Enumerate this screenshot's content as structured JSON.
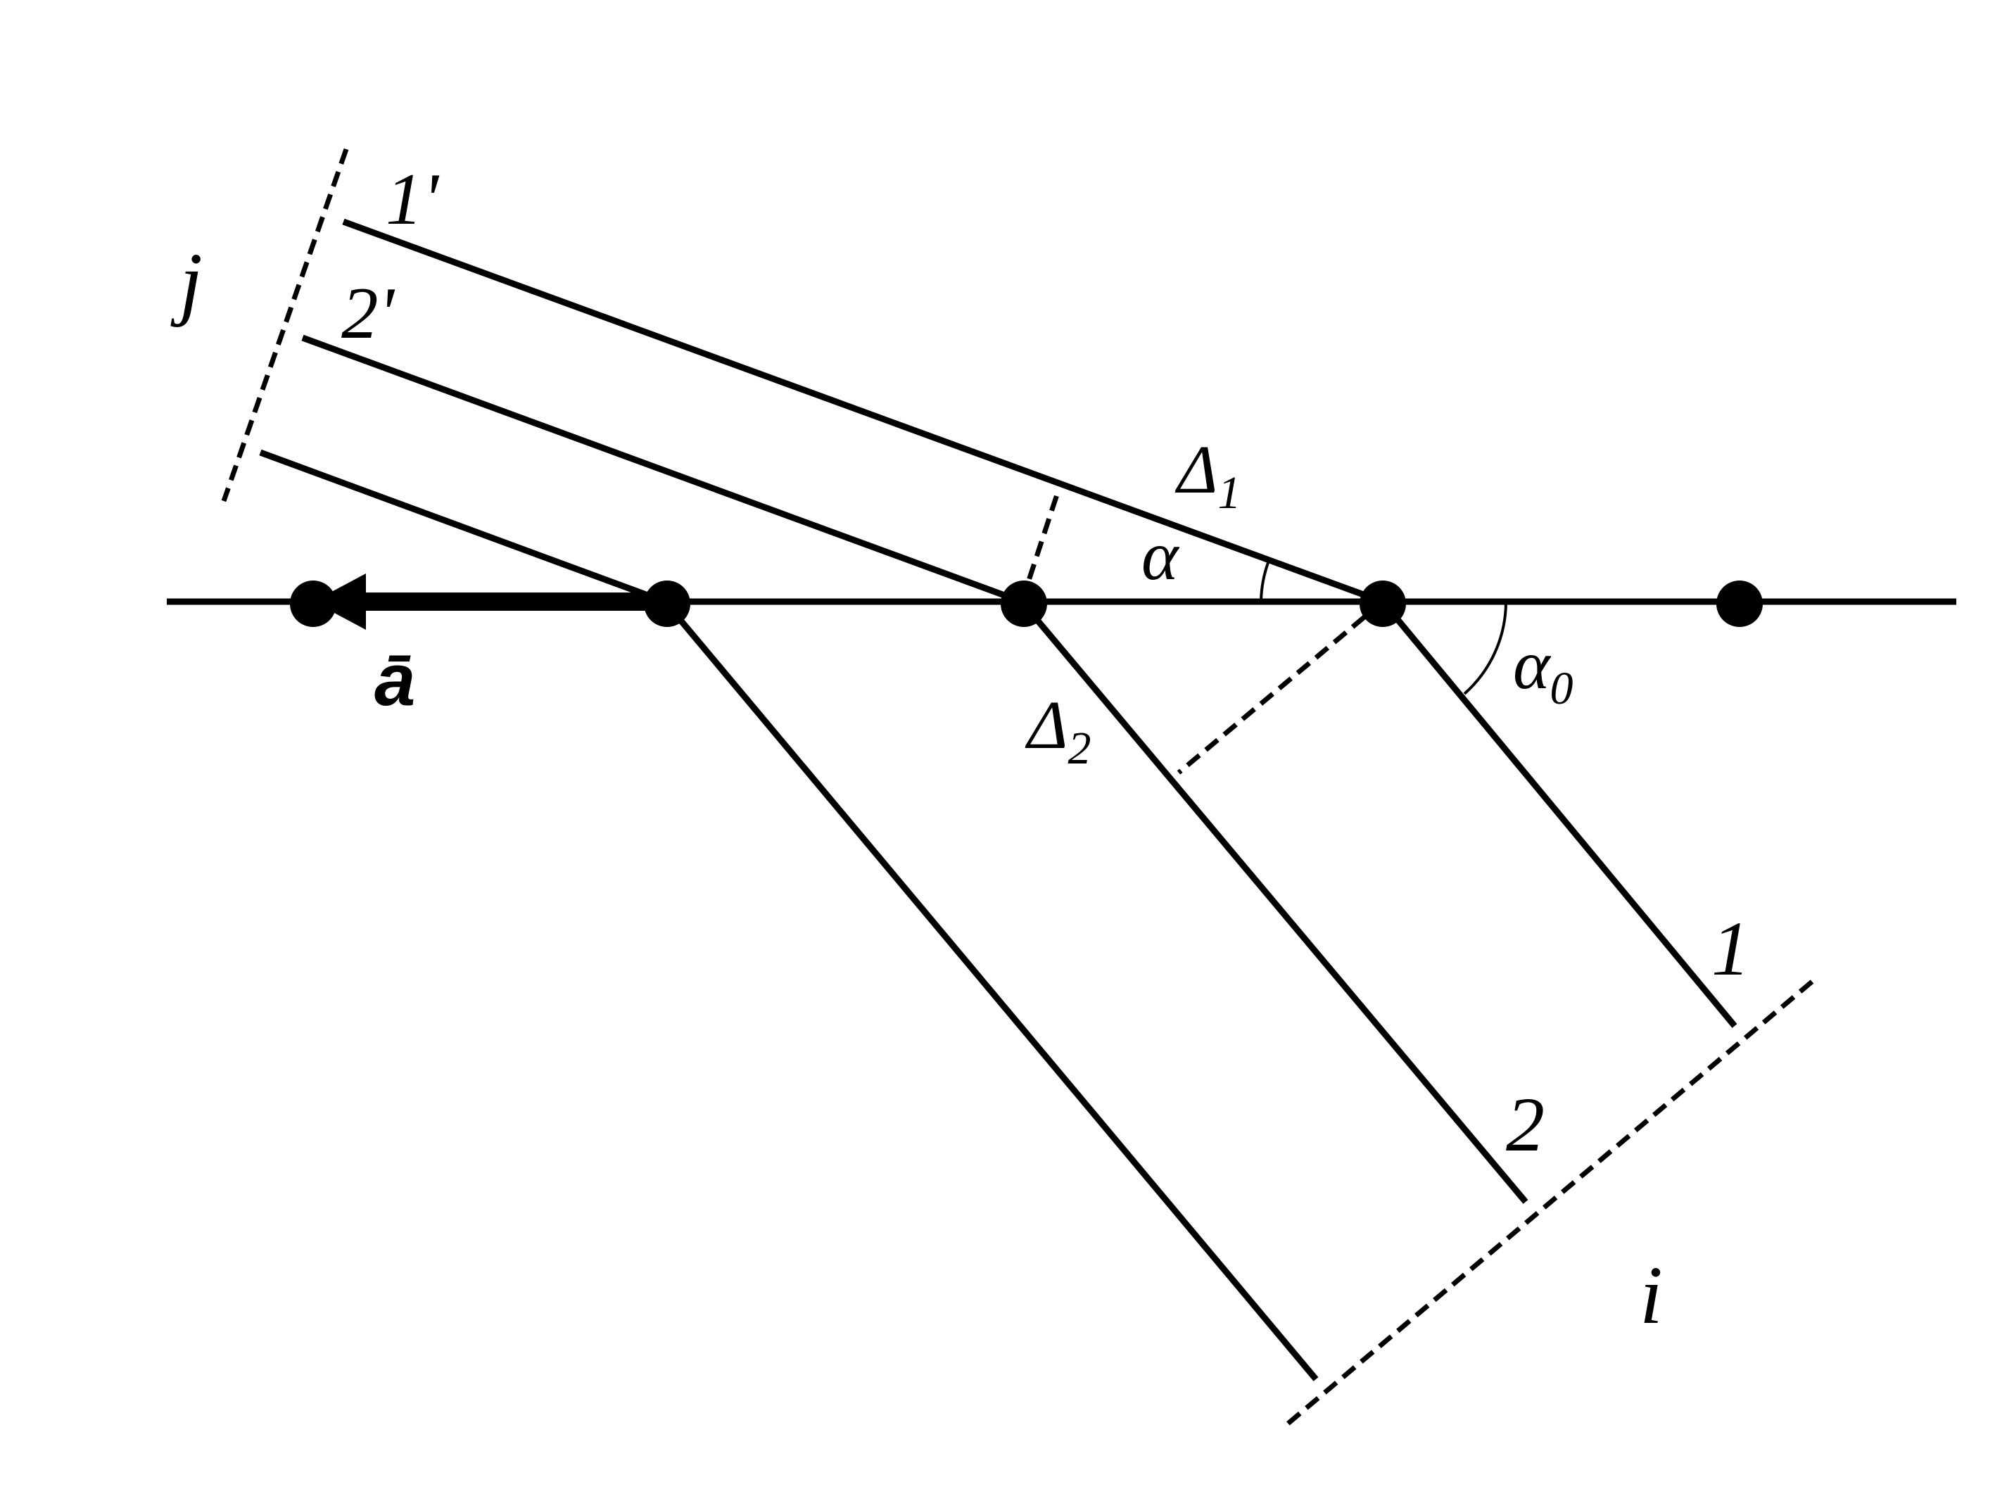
{
  "colors": {
    "ink": "#000000",
    "background": "#ffffff"
  },
  "labels": {
    "j": "j",
    "i": "i",
    "ray1_prime": "1'",
    "ray2_prime": "2'",
    "ray1": "1",
    "ray2": "2",
    "vector_a": "ā",
    "delta_symbol": "Δ",
    "delta1_sub": "1",
    "delta2_sub": "2",
    "alpha": "α",
    "alpha0_symbol": "α",
    "alpha0_sub": "0"
  }
}
